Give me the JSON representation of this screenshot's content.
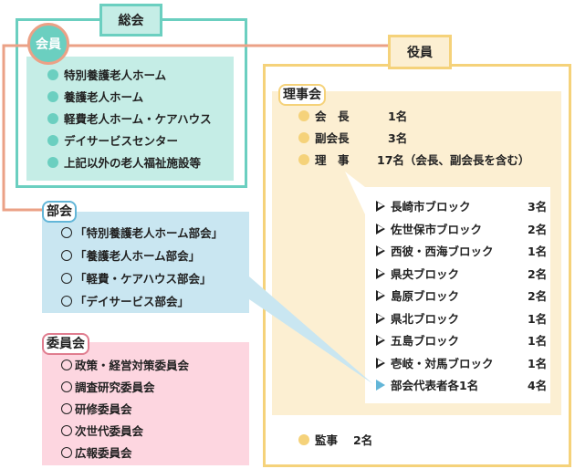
{
  "general_meeting": {
    "title": "総会"
  },
  "members": {
    "title": "会員",
    "items": [
      "特別養護老人ホーム",
      "養護老人ホーム",
      "軽費老人ホーム・ケアハウス",
      "デイサービスセンター",
      "上記以外の老人福祉施設等"
    ]
  },
  "officers": {
    "title": "役員",
    "board": {
      "title": "理事会",
      "roles": [
        {
          "role": "会　長",
          "count": "1名"
        },
        {
          "role": "副会長",
          "count": "3名"
        },
        {
          "role": "理　事",
          "count": "17名（会長、副会長を含む）"
        }
      ],
      "blocks": [
        {
          "name": "長崎市ブロック",
          "count": "3名"
        },
        {
          "name": "佐世保市ブロック",
          "count": "2名"
        },
        {
          "name": "西彼・西海ブロック",
          "count": "1名"
        },
        {
          "name": "県央ブロック",
          "count": "2名"
        },
        {
          "name": "島原ブロック",
          "count": "2名"
        },
        {
          "name": "県北ブロック",
          "count": "1名"
        },
        {
          "name": "五島ブロック",
          "count": "1名"
        },
        {
          "name": "壱岐・対馬ブロック",
          "count": "1名"
        },
        {
          "name": "部会代表者各1名",
          "count": "4名"
        }
      ]
    },
    "auditor": {
      "role": "監事",
      "count": "2名"
    }
  },
  "sections": {
    "title": "部会",
    "items": [
      "「特別養護老人ホーム部会」",
      "「養護老人ホーム部会」",
      "「軽費・ケアハウス部会」",
      "「デイサービス部会」"
    ]
  },
  "committees": {
    "title": "委員会",
    "items": [
      "政策・経営対策委員会",
      "調査研究委員会",
      "研修委員会",
      "次世代委員会",
      "広報委員会"
    ]
  },
  "colors": {
    "teal": "#6bcfc0",
    "salmon": "#eba186",
    "yellow": "#f5d27a",
    "blue": "#c9e6f1",
    "pink": "#fdd6e0"
  }
}
